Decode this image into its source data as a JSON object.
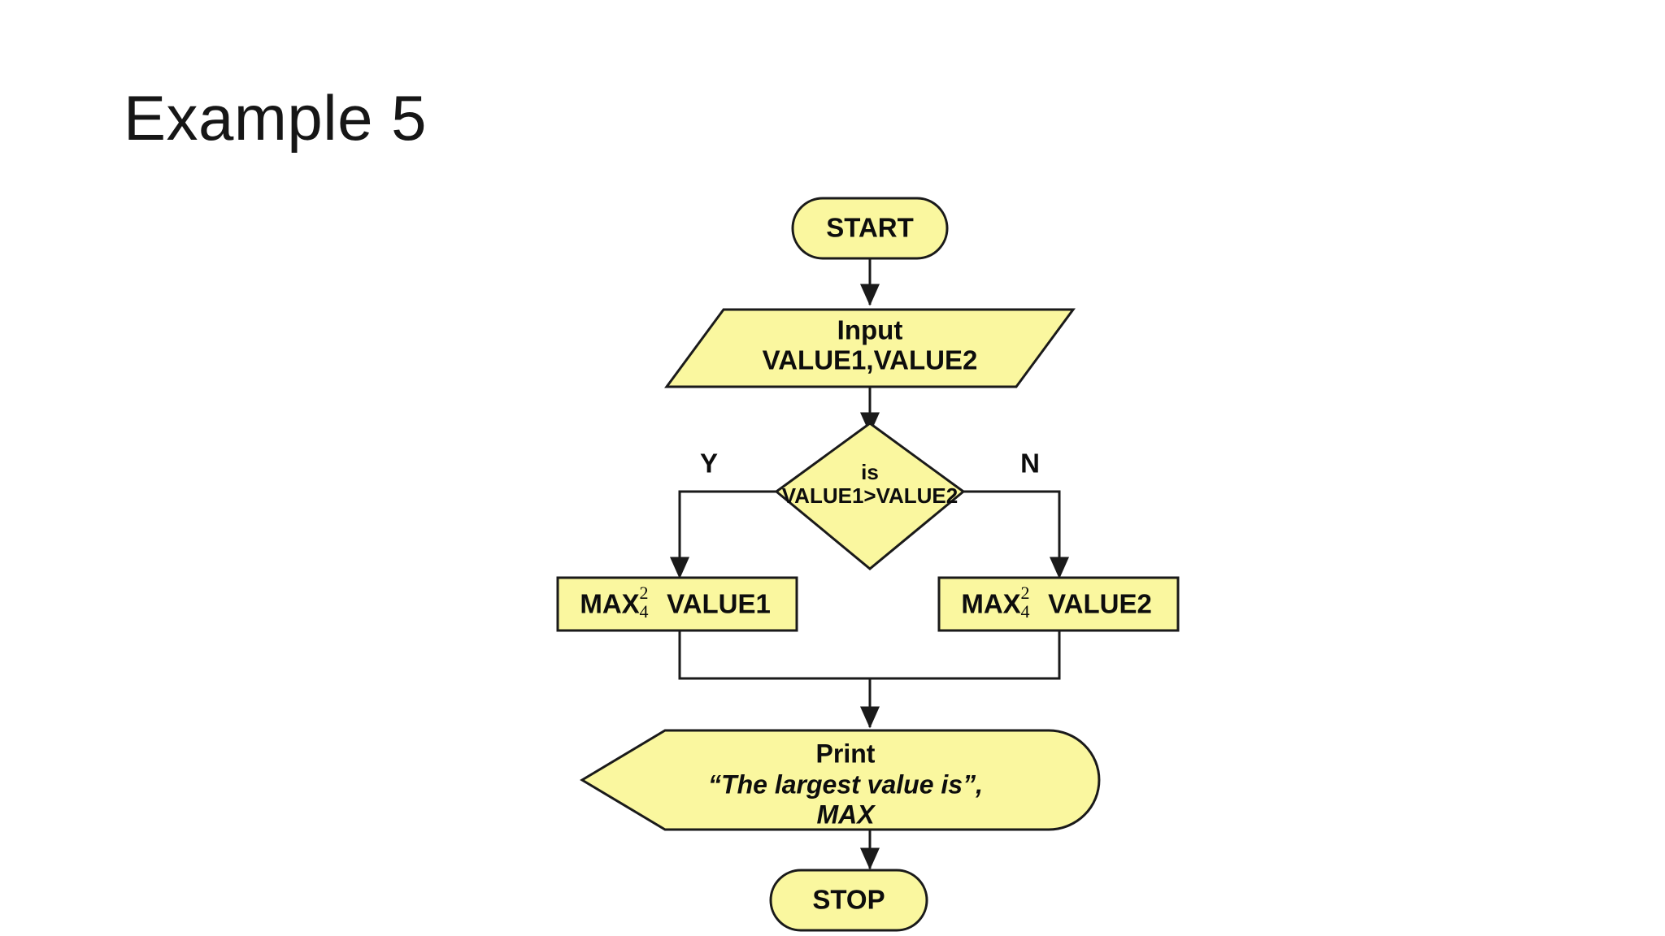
{
  "slide": {
    "title": "Example 5",
    "background_color": "#ffffff"
  },
  "theme": {
    "shape_fill": "#faf79f",
    "shape_border": "#1a1a1a",
    "text_color": "#0d0d0d",
    "connector_color": "#1a1a1a"
  },
  "flowchart": {
    "nodes": {
      "start": {
        "type": "terminator",
        "label": "START"
      },
      "input": {
        "type": "input-parallelogram",
        "line1": "Input",
        "line2": "VALUE1,VALUE2"
      },
      "decision": {
        "type": "decision-diamond",
        "line1": "is",
        "line2": "VALUE1>VALUE2"
      },
      "assign_left": {
        "type": "process",
        "lhs": "MAX",
        "assign_numerator": "2",
        "assign_denominator": "4",
        "rhs": "VALUE1"
      },
      "assign_right": {
        "type": "process",
        "lhs": "MAX",
        "assign_numerator": "2",
        "assign_denominator": "4",
        "rhs": "VALUE2"
      },
      "print": {
        "type": "display",
        "line1": "Print",
        "line2": "“The largest value is”,",
        "line3": "MAX"
      },
      "stop": {
        "type": "terminator",
        "label": "STOP"
      }
    },
    "branch_labels": {
      "yes": "Y",
      "no": "N"
    }
  }
}
